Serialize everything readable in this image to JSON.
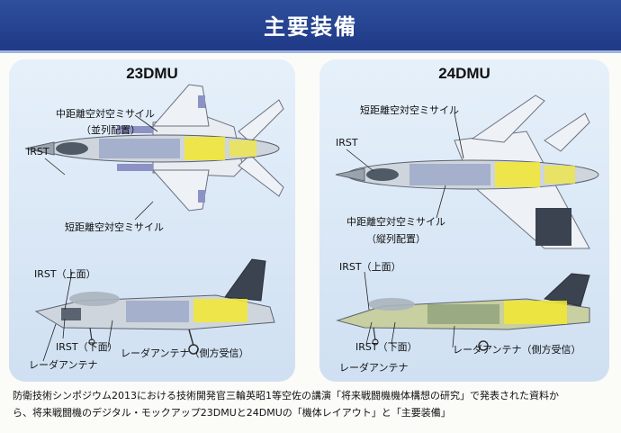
{
  "header": {
    "title": "主要装備"
  },
  "panels": {
    "left": {
      "title": "23DMU",
      "labels": {
        "mid_missile": "中距離空対空ミサイル",
        "parallel": "（並列配置）",
        "irst": "IRST",
        "short_missile": "短距離空対空ミサイル",
        "irst_top": "IRST（上面）",
        "irst_bottom": "IRST（下面）",
        "radar_side": "レーダアンテナ（側方受信）",
        "radar": "レーダアンテナ"
      }
    },
    "right": {
      "title": "24DMU",
      "labels": {
        "short_missile": "短距離空対空ミサイル",
        "irst": "IRST",
        "mid_missile": "中距離空対空ミサイル",
        "tandem": "（縦列配置）",
        "irst_top": "IRST（上面）",
        "irst_bottom": "IRST（下面）",
        "radar_side": "レーダアンテナ（側方受信）",
        "radar": "レーダアンテナ"
      }
    }
  },
  "caption": {
    "line1": "防衛技術シンポジウム2013における技術開発官三輪英昭1等空佐の講演「将来戦闘機機体構想の研究」で発表された資料か",
    "line2": "ら、将来戦闘機のデジタル・モックアップ23DMUと24DMUの「機体レイアウト」と「主要装備」"
  },
  "colors": {
    "header": "#2a4892",
    "panel": "#dbe8f6",
    "equipment": "#f2e830"
  }
}
